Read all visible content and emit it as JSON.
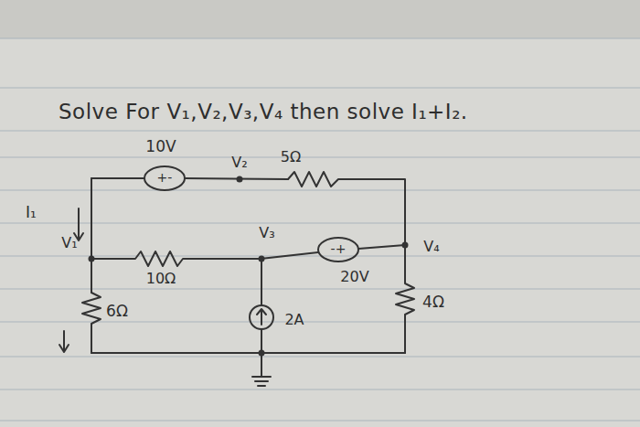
{
  "diagram": {
    "title": "Solve For V₁,V₂,V₃,V₄ then solve I₁+I₂.",
    "labels": [
      "10V",
      "+-",
      "V₂",
      "5Ω",
      "I₁",
      "V₃",
      "V₁",
      "-+",
      "V₄",
      "10Ω",
      "20V",
      "6Ω",
      "2A",
      "4Ω"
    ]
  }
}
